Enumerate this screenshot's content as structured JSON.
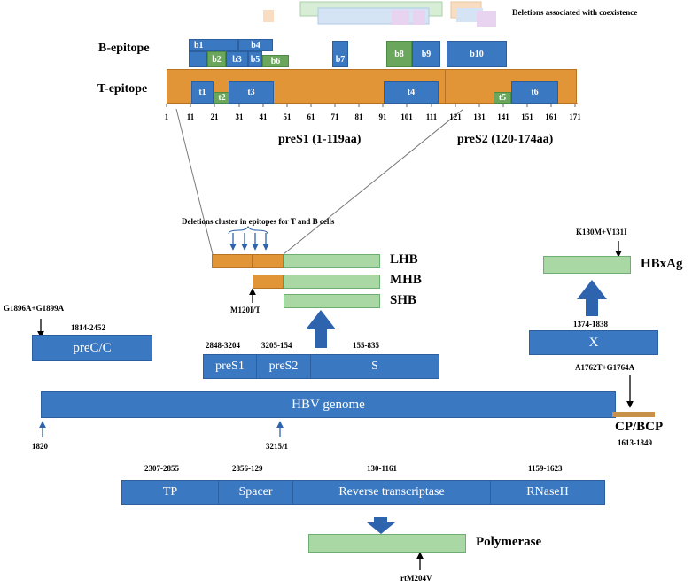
{
  "legend": {
    "note": "Deletions associated with coexistence"
  },
  "epitope_map": {
    "b_row_label": "B-epitope",
    "t_row_label": "T-epitope",
    "b_epitopes": [
      "b1",
      "b2",
      "b3",
      "b4",
      "b5",
      "b6",
      "b7",
      "b8",
      "b9",
      "b10"
    ],
    "t_epitopes": [
      "t1",
      "t2",
      "t3",
      "t4",
      "t5",
      "t6"
    ],
    "ticks": [
      "1",
      "11",
      "21",
      "31",
      "41",
      "51",
      "61",
      "71",
      "81",
      "91",
      "101",
      "111",
      "121",
      "131",
      "141",
      "151",
      "161",
      "171"
    ],
    "preS1_label": "preS1 (1-119aa)",
    "preS2_label": "preS2 (120-174aa)",
    "cluster_note": "Deletions cluster in epitopes for T and B cells"
  },
  "surface_proteins": {
    "lhb": "LHB",
    "mhb": "MHB",
    "shb": "SHB",
    "mutation_m120": "M120I/T"
  },
  "genes": {
    "precore_mutation": "G1896A+G1899A",
    "precore_range": "1814-2452",
    "precore_label": "preC/C",
    "pres1_range": "2848-3204",
    "pres2_range": "3205-154",
    "s_range": "155-835",
    "pres1_label": "preS1",
    "pres2_label": "preS2",
    "s_label": "S",
    "x_mutation_top": "K130M+V131I",
    "hbxag_label": "HBxAg",
    "x_range": "1374-1838",
    "x_label": "X",
    "x_mutation_bottom": "A1762T+G1764A"
  },
  "genome": {
    "label": "HBV genome",
    "start": "1820",
    "mid": "3215/1",
    "cp_label": "CP/BCP",
    "cp_range": "1613-1849"
  },
  "polymerase": {
    "tp_range": "2307-2855",
    "spacer_range": "2856-129",
    "rt_range": "130-1161",
    "rnaseh_range": "1159-1623",
    "tp_label": "TP",
    "spacer_label": "Spacer",
    "rt_label": "Reverse transcriptase",
    "rnaseh_label": "RNaseH",
    "product_label": "Polymerase",
    "mutation": "rtM204V"
  },
  "colors": {
    "blue": "#3a78c2",
    "green": "#a9d8a5",
    "orange": "#e29537",
    "arrow": "#2e63ad"
  }
}
